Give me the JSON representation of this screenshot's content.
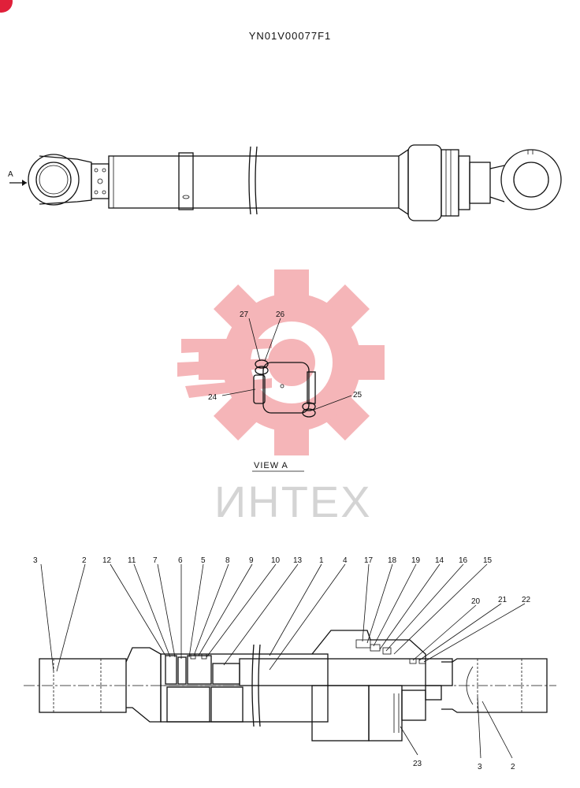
{
  "drawing_code": "YN01V00077F1",
  "arrow_label": "A",
  "view_label": "VIEW   A",
  "watermark": "ИНТЕХ",
  "view_a_callouts": [
    "27",
    "26",
    "24",
    "25"
  ],
  "section_callouts_top": [
    "3",
    "2",
    "12",
    "11",
    "7",
    "6",
    "5",
    "8",
    "9",
    "10",
    "13",
    "1",
    "4",
    "17",
    "18",
    "19",
    "14",
    "16",
    "15",
    "20",
    "21",
    "22"
  ],
  "section_callouts_bottom": [
    "23",
    "3",
    "2"
  ],
  "colors": {
    "watermark_red": "#f5b5b8",
    "watermark_grey": "#d4d4d4",
    "line": "#111111",
    "corner_badge": "#e0203a"
  }
}
